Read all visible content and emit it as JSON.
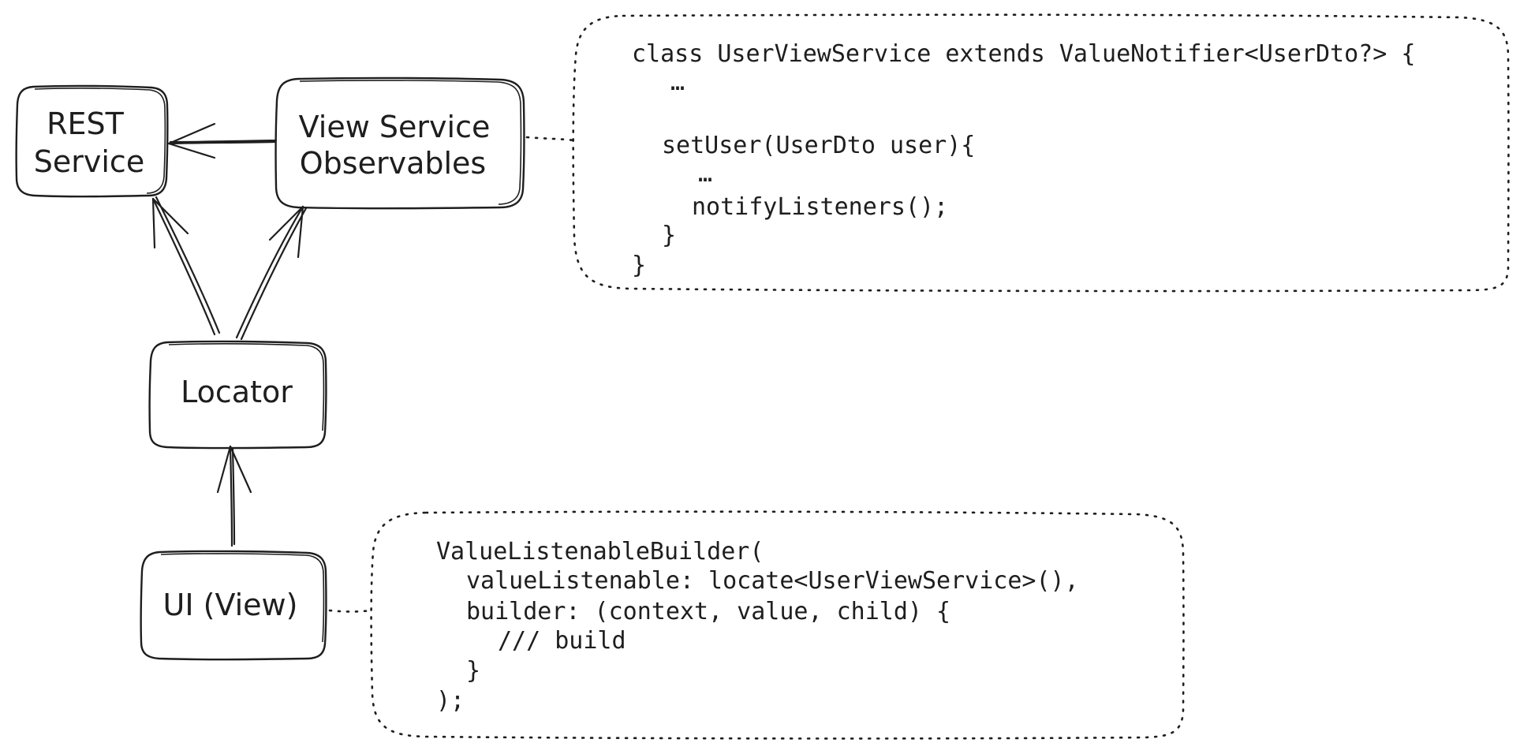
{
  "nodes": {
    "rest_service": {
      "line1": "REST",
      "line2": "Service"
    },
    "view_service": {
      "line1": "View Service",
      "line2": "Observables"
    },
    "locator": {
      "label": "Locator"
    },
    "ui_view": {
      "label": "UI (View)"
    }
  },
  "code_top": {
    "lines": [
      "class UserViewService extends ValueNotifier<UserDto?> {",
      "…",
      "setUser(UserDto user){",
      "…",
      "notifyListeners();",
      "}",
      "}"
    ]
  },
  "code_bottom": {
    "lines": [
      "ValueListenableBuilder(",
      "valueListenable: locate<UserViewService>(),",
      "builder: (context, value, child) {",
      "/// build",
      "}",
      ");"
    ]
  }
}
